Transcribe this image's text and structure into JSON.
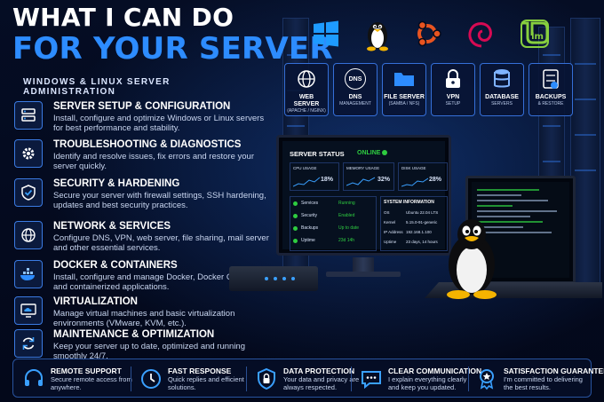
{
  "headline": {
    "line1": "WHAT I CAN DO",
    "line2": "FOR YOUR SERVER"
  },
  "subtitle": "WINDOWS & LINUX SERVER ADMINISTRATION",
  "services": [
    {
      "title": "SERVER SETUP & CONFIGURATION",
      "desc": "Install, configure and optimize Windows or Linux servers for best performance and stability.",
      "icon": "server-icon"
    },
    {
      "title": "TROUBLESHOOTING & DIAGNOSTICS",
      "desc": "Identify and resolve issues, fix errors and restore your server quickly.",
      "icon": "gear-icon"
    },
    {
      "title": "SECURITY & HARDENING",
      "desc": "Secure your server with firewall settings, SSH hardening, updates and best security practices.",
      "icon": "shield-check-icon"
    },
    {
      "title": "NETWORK & SERVICES",
      "desc": "Configure DNS, VPN, web server, file sharing, mail server and other essential services.",
      "icon": "globe-icon"
    },
    {
      "title": "DOCKER & CONTAINERS",
      "desc": "Install, configure and manage Docker, Docker Compose and containerized applications.",
      "icon": "docker-whale-icon"
    },
    {
      "title": "VIRTUALIZATION",
      "desc": "Manage virtual machines and basic virtualization environments (VMware, KVM, etc.).",
      "icon": "monitor-cloud-icon"
    },
    {
      "title": "MAINTENANCE & OPTIMIZATION",
      "desc": "Keep your server up to date, optimized and running smoothly 24/7.",
      "icon": "refresh-icon"
    }
  ],
  "os_logos": [
    "windows-logo-icon",
    "linux-tux-icon",
    "ubuntu-logo-icon",
    "debian-logo-icon",
    "linux-mint-logo-icon"
  ],
  "os_logo_texts": {
    "mint": "lm"
  },
  "service_cards": [
    {
      "label": "WEB SERVER",
      "sub": "(APACHE / NGINX)",
      "icon": "globe-icon"
    },
    {
      "label": "DNS",
      "sub": "MANAGEMENT",
      "icon": "dns-icon",
      "icon_text": "DNS"
    },
    {
      "label": "FILE SERVER",
      "sub": "(SAMBA / NFS)",
      "icon": "folder-icon"
    },
    {
      "label": "VPN",
      "sub": "SETUP",
      "icon": "lock-icon"
    },
    {
      "label": "DATABASE",
      "sub": "SERVERS",
      "icon": "database-icon"
    },
    {
      "label": "BACKUPS",
      "sub": "& RESTORE",
      "icon": "backup-icon"
    }
  ],
  "status_panel": {
    "title": "SERVER STATUS",
    "online": "ONLINE",
    "metrics": [
      {
        "label": "CPU USAGE",
        "value": "18%"
      },
      {
        "label": "MEMORY USAGE",
        "value": "32%"
      },
      {
        "label": "DISK USAGE",
        "value": "28%"
      }
    ],
    "rows": [
      {
        "name": "Services",
        "status": "Running"
      },
      {
        "name": "Security",
        "status": "Enabled"
      },
      {
        "name": "Backups",
        "status": "Up to date"
      },
      {
        "name": "Uptime",
        "status": "23d 14h"
      }
    ],
    "sysinfo_title": "SYSTEM INFORMATION",
    "sysinfo": [
      {
        "k": "OS",
        "v": "Ubuntu 22.04 LTS"
      },
      {
        "k": "Kernel",
        "v": "5.15.0-91-generic"
      },
      {
        "k": "IP Address",
        "v": "192.168.1.100"
      },
      {
        "k": "Uptime",
        "v": "23 days, 14 hours"
      }
    ]
  },
  "features": [
    {
      "title": "REMOTE SUPPORT",
      "desc": "Secure remote access from anywhere.",
      "icon": "headset-icon"
    },
    {
      "title": "FAST RESPONSE",
      "desc": "Quick replies and efficient solutions.",
      "icon": "clock-icon"
    },
    {
      "title": "DATA PROTECTION",
      "desc": "Your data and privacy are always respected.",
      "icon": "shield-lock-icon"
    },
    {
      "title": "CLEAR COMMUNICATION",
      "desc": "I explain everything clearly and keep you updated.",
      "icon": "chat-icon"
    },
    {
      "title": "SATISFACTION GUARANTEED",
      "desc": "I'm committed to delivering the best results.",
      "icon": "medal-icon"
    }
  ],
  "colors": {
    "accent": "#2d8cff",
    "background": "#030a1c",
    "online": "#2ecc40",
    "card_border": "#356fd8"
  }
}
